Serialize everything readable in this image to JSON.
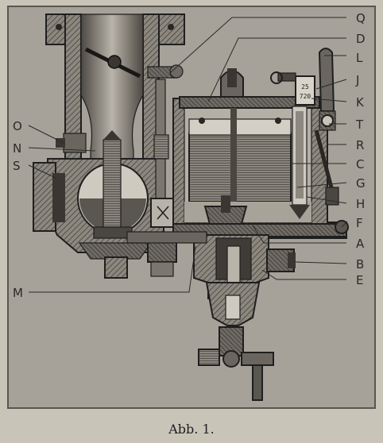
{
  "caption": "Abb. 1.",
  "labels": {
    "Q": "Q",
    "D": "D",
    "L": "L",
    "J": "J",
    "K": "K",
    "T": "T",
    "R": "R",
    "C": "C",
    "G": "G",
    "H": "H",
    "F": "F",
    "A": "A",
    "B": "B",
    "E": "E",
    "O": "O",
    "N": "N",
    "S": "S",
    "M": "M"
  },
  "gauge_marks": {
    "upper": "25",
    "lower": "720"
  },
  "colors": {
    "paper": "#c9c4b8",
    "plate": "#a9a59c",
    "body": "#8f8b83",
    "dark": "#555049",
    "ink": "#1f1f1f",
    "light": "#e2ded5"
  }
}
